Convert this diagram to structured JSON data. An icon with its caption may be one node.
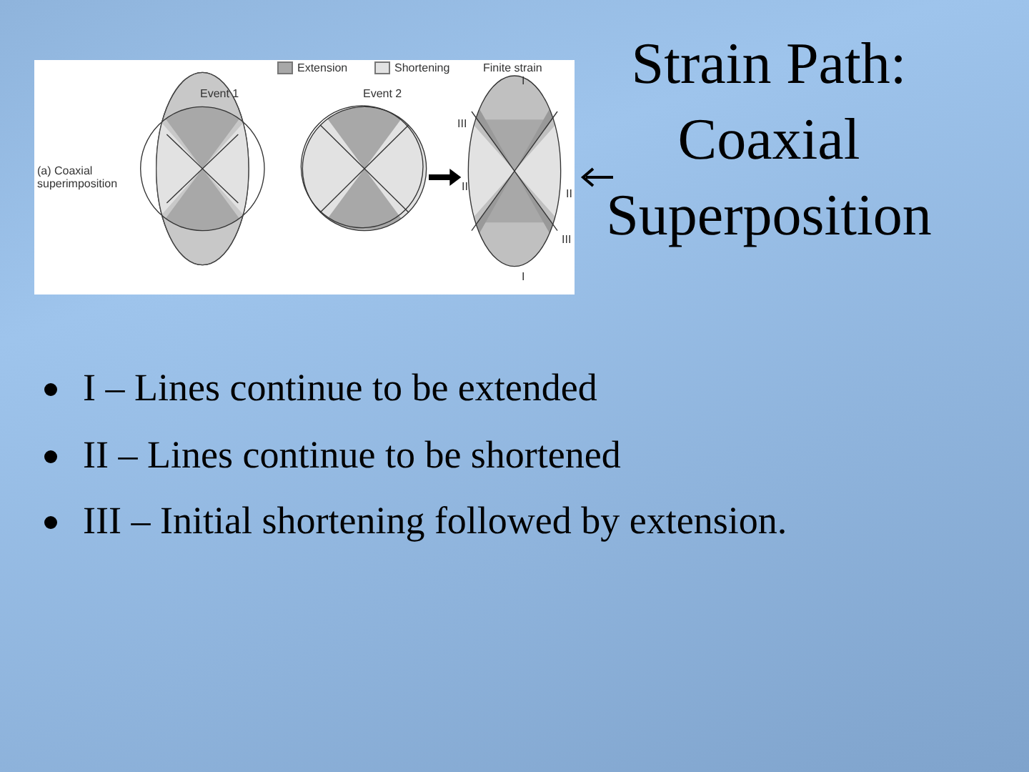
{
  "diagram": {
    "title": "Strain Path: Coaxial Superposition",
    "labels": [
      "Finite strain",
      "I",
      "Event 1",
      "Event 2",
      "III",
      "(a) Coaxial superimposition",
      "II",
      "II",
      "III",
      "I",
      "I – Lines continue to be extended",
      "II – Lines continue to be shortened",
      "III – Initial shortening followed by extension."
    ],
    "legend": [
      {
        "text": "Extension",
        "color": "#a8a8a8"
      },
      {
        "text": "Shortening",
        "color": "#e2e2e2"
      }
    ]
  }
}
